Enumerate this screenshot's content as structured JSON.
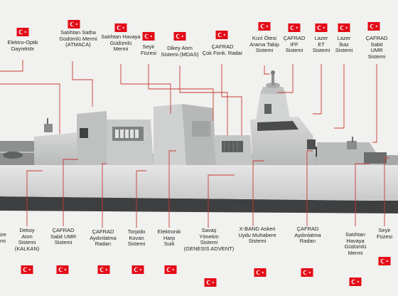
{
  "theme": {
    "flag_red": "#e30a17",
    "line_red": "#c93a34",
    "hull": "#d8d8d8",
    "deck": "#9ea09f",
    "superstructure": "#c7c9c8"
  },
  "labels": {
    "electro_optic": "Elektro-Optik\nDayrektör",
    "atmaca": "Satıhtan Satha\nGüdümlü Mermi\n(ATMACA)",
    "air_missile_top": "Satıhtan Havaya\nGüdümlü\nMermi",
    "decoy_top": "Seyir\nFüzesi",
    "mdas": "Dikey Atım\nSistemi (MDAS)",
    "radar_multi": "ÇAFRAD\nÇok Fonk. Radar",
    "irst": "Kızıl Ötesi\nArama Takip\nSistemi",
    "iff": "ÇAFRAD\nIFF\nSistemi",
    "laser_et": "Lazer\nET\nSistemi",
    "laser_warning": "Lazer\nİkaz\nSistemi",
    "esm_top": "ÇAFRAD\nSabit UMR\nSistemi",
    "ize": "ize\nmi",
    "kalkan": "Dekoy\nAtım\nSistemi\n(KALKAN)",
    "esm_bottom": "ÇAFRAD\nSabit UMR\nSistemi",
    "illum_left": "ÇAFRAD\nAydınlatma\nRadarı",
    "torpedo": "Torpido\nKovan\nSistemi",
    "ew": "Elektronik\nHarp\nSuiti",
    "genesis": "Savaş\nYönetim\nSistemi\n(GENESIS ADVENT)",
    "xband": "X-BAND Askeri\nUydu Muhabere\nSistemi",
    "illum_right": "ÇAFRAD\nAydınlatma\nRadarı",
    "air_missile_bottom": "Satıhtan\nHavaya\nGüdümlü\nMermi",
    "decoy_bottom": "Seyir\nFüzesi"
  }
}
